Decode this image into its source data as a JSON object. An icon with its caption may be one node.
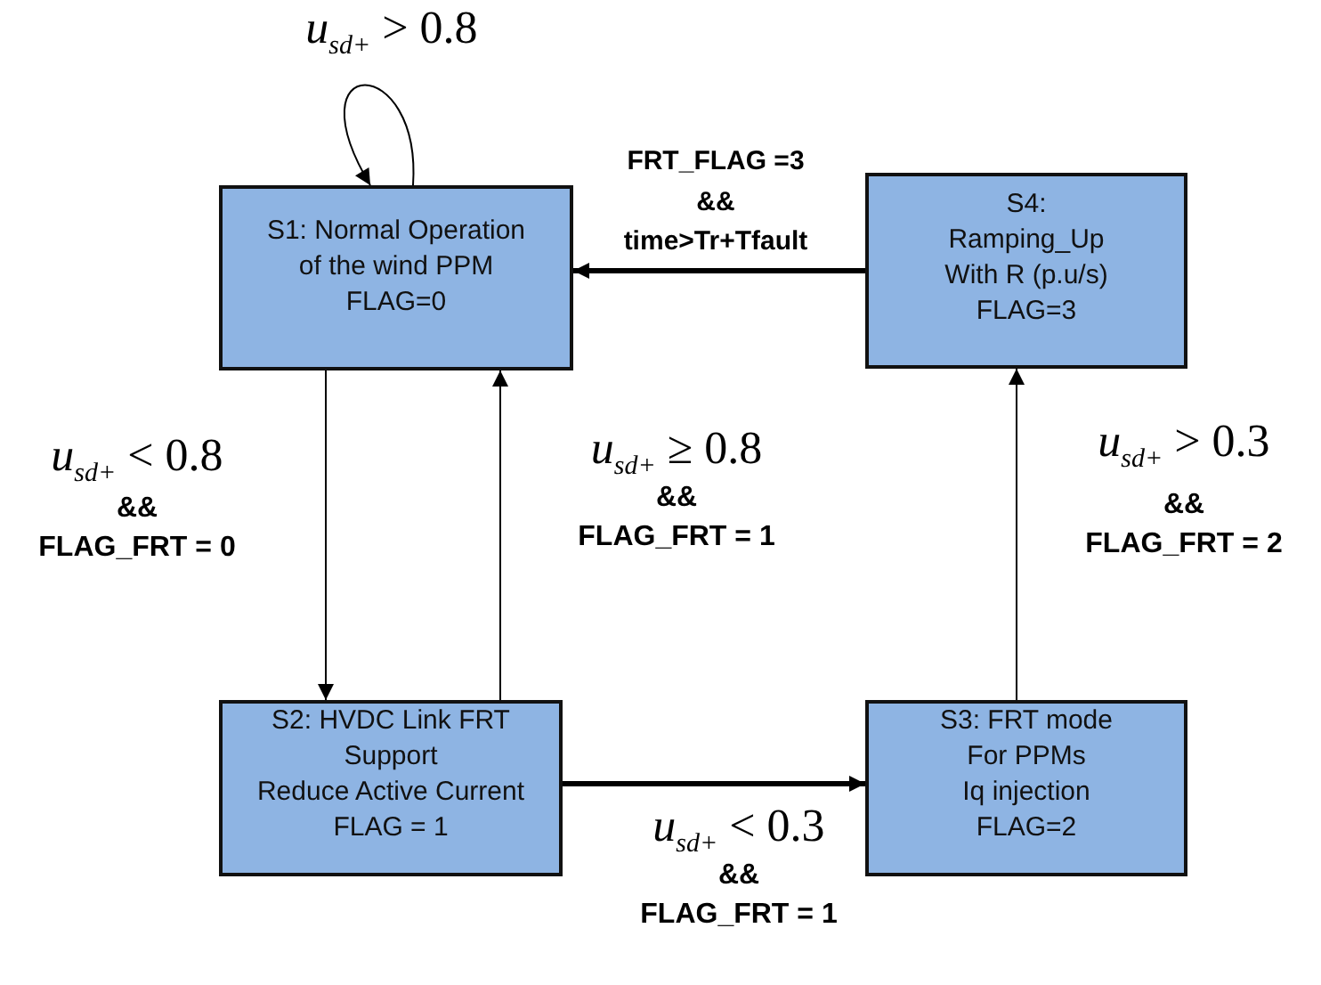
{
  "diagram": {
    "nodes": [
      {
        "text": [
          "S1: Normal Operation",
          "of the wind PPM",
          "FLAG=0"
        ]
      },
      {
        "text": [
          "S4:",
          "Ramping_Up",
          "With R (p.u/s)",
          "FLAG=3"
        ]
      },
      {
        "text": [
          "S2: HVDC Link FRT",
          "Support",
          "Reduce Active Current",
          "FLAG = 1"
        ]
      },
      {
        "text": [
          "S3: FRT mode",
          "For PPMs",
          "Iq injection",
          "FLAG=2"
        ]
      }
    ],
    "edges": [
      {
        "from": 0,
        "to": 0,
        "arrow": "to",
        "label": "*u*$_{sd+}$ > 0.8"
      },
      {
        "from": 1,
        "to": 0,
        "arrow": "to",
        "style": "thick",
        "label": "FRT_FLAG =3 && time>Tr+Tfault"
      },
      {
        "from": 0,
        "to": 2,
        "arrow": "to",
        "label": "*u*$_{sd+}$ < 0.8 **&&** **FLAG_FRT = 0**"
      },
      {
        "from": 2,
        "to": 0,
        "arrow": "to",
        "label": "*u*$_{sd+}$ ≥ 0.8 **&&** **FLAG_FRT = 1**"
      },
      {
        "from": 2,
        "to": 3,
        "arrow": "to",
        "style": "thick",
        "label": "*u*$_{sd+}$ < 0.3 **&&** **FLAG_FRT = 1**"
      },
      {
        "from": 3,
        "to": 1,
        "arrow": "to",
        "label": "*u*$_{sd+}$ > 0.3 **&&** **FLAG_FRT = 2**"
      }
    ]
  }
}
